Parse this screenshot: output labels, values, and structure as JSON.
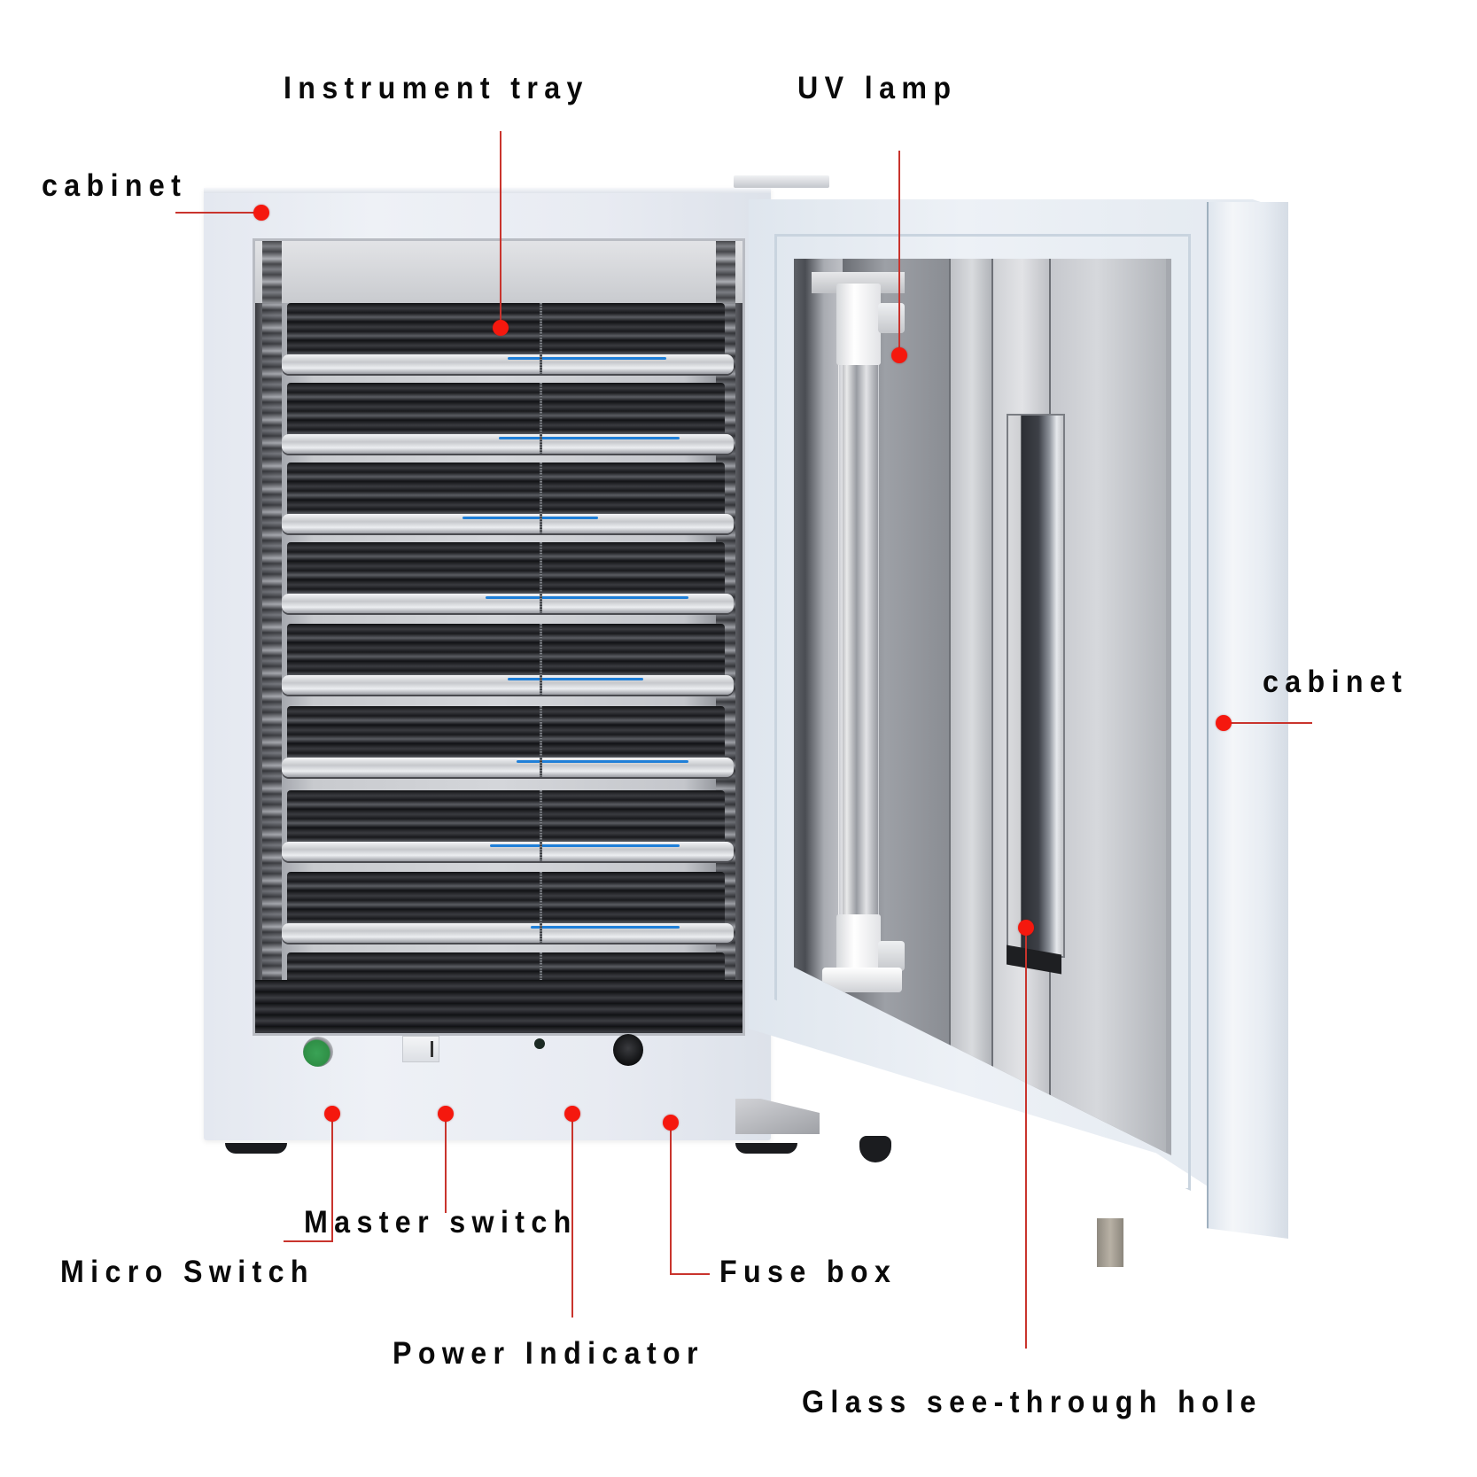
{
  "diagram": {
    "title": "UV sterilizer cabinet component diagram",
    "background_color": "#ffffff",
    "callout_line_color": "#c9342d",
    "callout_dot_color": "#f5180e",
    "label_color": "#0a0a0a"
  },
  "labels": {
    "cabinet_left": "cabinet",
    "instrument_tray": "Instrument tray",
    "uv_lamp": "UV lamp",
    "cabinet_right": "cabinet",
    "master_switch": "Master switch",
    "micro_switch": "Micro Switch",
    "fuse_box": "Fuse box",
    "power_indicator": "Power Indicator",
    "glass_hole": "Glass see-through hole"
  },
  "components": [
    {
      "id": "cabinet_left",
      "label": "cabinet",
      "points_to": "cabinet body frame",
      "dot": [
        293,
        240
      ]
    },
    {
      "id": "instrument_tray",
      "label": "Instrument tray",
      "points_to": "top stainless steel tray",
      "dot": [
        565,
        370
      ]
    },
    {
      "id": "uv_lamp",
      "label": "UV lamp",
      "points_to": "UV lamp end cap on door",
      "dot": [
        1015,
        400
      ]
    },
    {
      "id": "cabinet_right",
      "label": "cabinet",
      "points_to": "door edge",
      "dot": [
        1381,
        815
      ]
    },
    {
      "id": "micro_switch",
      "label": "Micro Switch",
      "points_to": "green push button",
      "dot": [
        375,
        1257
      ]
    },
    {
      "id": "master_switch",
      "label": "Master switch",
      "points_to": "rocker switch",
      "dot": [
        503,
        1257
      ]
    },
    {
      "id": "power_indicator",
      "label": "Power Indicator",
      "points_to": "indicator LED",
      "dot": [
        646,
        1257
      ]
    },
    {
      "id": "fuse_box",
      "label": "Fuse box",
      "points_to": "fuse holder",
      "dot": [
        757,
        1267
      ]
    },
    {
      "id": "glass_hole",
      "label": "Glass see-through hole",
      "points_to": "door observation window",
      "dot": [
        1158,
        1047
      ]
    }
  ],
  "tray_count": 9,
  "tray_accent_color": "#1f7fd8",
  "switch_color": "#2f8f46"
}
